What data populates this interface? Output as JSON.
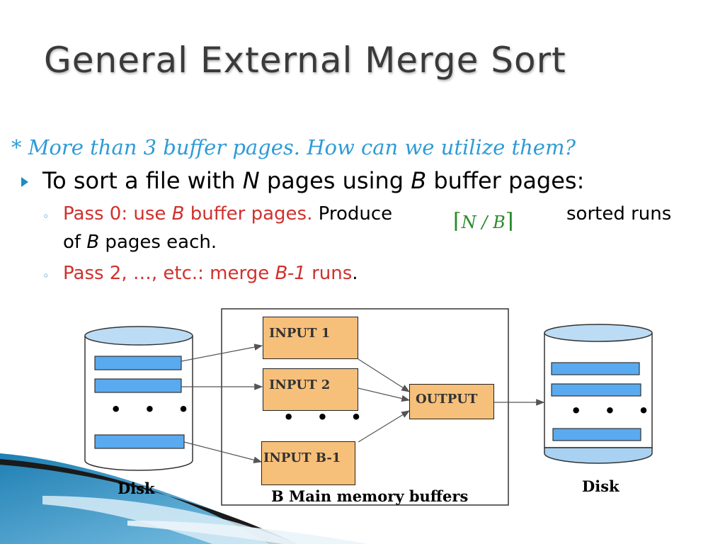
{
  "slide": {
    "title": "General External Merge Sort",
    "note": "* More than 3 buffer pages.  How can we utilize them?",
    "bullet": {
      "prefix": "To sort a file with ",
      "n": "N",
      "middle": " pages using ",
      "b": "B",
      "suffix": " buffer pages:"
    },
    "pass0": {
      "red_a": "Pass 0: use ",
      "red_b": "B",
      "red_c": " buffer pages.",
      "black_a": " Produce",
      "black_b": "sorted runs",
      "line2_a": "of ",
      "line2_b": "B",
      "line2_c": " pages each.",
      "formula_left": "⌈",
      "formula_body": "N / B",
      "formula_right": "⌉"
    },
    "pass2": {
      "a": "Pass 2, …,  etc.: merge ",
      "b": "B-1",
      "c": " runs",
      "d": "."
    },
    "sub_marker": "◦"
  },
  "diagram": {
    "input1": "INPUT 1",
    "input2": "INPUT 2",
    "inputB": "INPUT B-1",
    "output": "OUTPUT",
    "dots": "• • •",
    "disk_left": "Disk",
    "disk_right": "Disk",
    "memory_label": "B Main memory buffers"
  },
  "colors": {
    "accent": "#2e9bd6",
    "red": "#d0312d",
    "buffer": "#f7c07a",
    "disk_fill": "#bcdcf5",
    "page_fill": "#5aaaf0"
  }
}
